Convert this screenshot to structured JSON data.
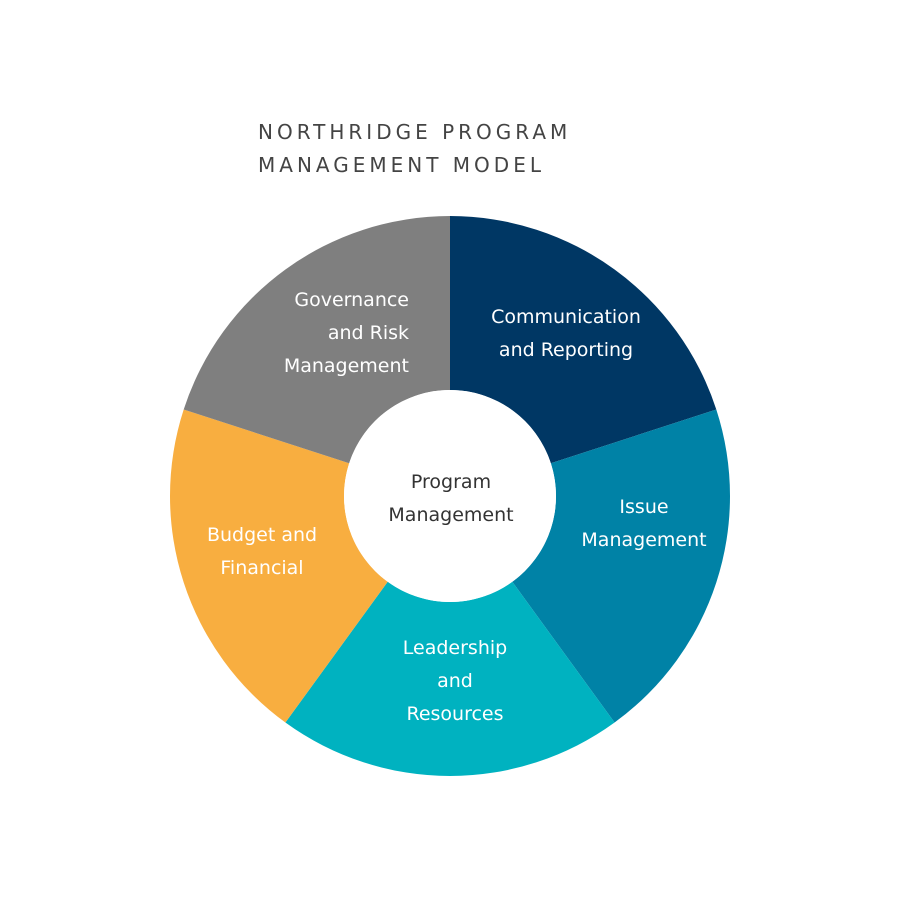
{
  "title": {
    "line1": "NORTHRIDGE PROGRAM",
    "line2": "MANAGEMENT MODEL"
  },
  "center": {
    "lines": [
      "Program",
      "Management"
    ]
  },
  "segments": [
    {
      "id": "communication-and-reporting",
      "lines": [
        "Communication",
        "and Reporting"
      ],
      "color": "#003764",
      "text_color": "#ffffff"
    },
    {
      "id": "issue-management",
      "lines": [
        "Issue",
        "Management"
      ],
      "color": "#0082a6",
      "text_color": "#ffffff"
    },
    {
      "id": "leadership-and-resources",
      "lines": [
        "Leadership",
        "and",
        "Resources"
      ],
      "color": "#00b2c0",
      "text_color": "#ffffff"
    },
    {
      "id": "budget-and-financial",
      "lines": [
        "Budget and",
        "Financial"
      ],
      "color": "#f8ae40",
      "text_color": "#ffffff"
    },
    {
      "id": "governance-and-risk-management",
      "lines": [
        "Governance",
        "and Risk",
        "Management"
      ],
      "color": "#7f7f7f",
      "text_color": "#ffffff"
    }
  ]
}
